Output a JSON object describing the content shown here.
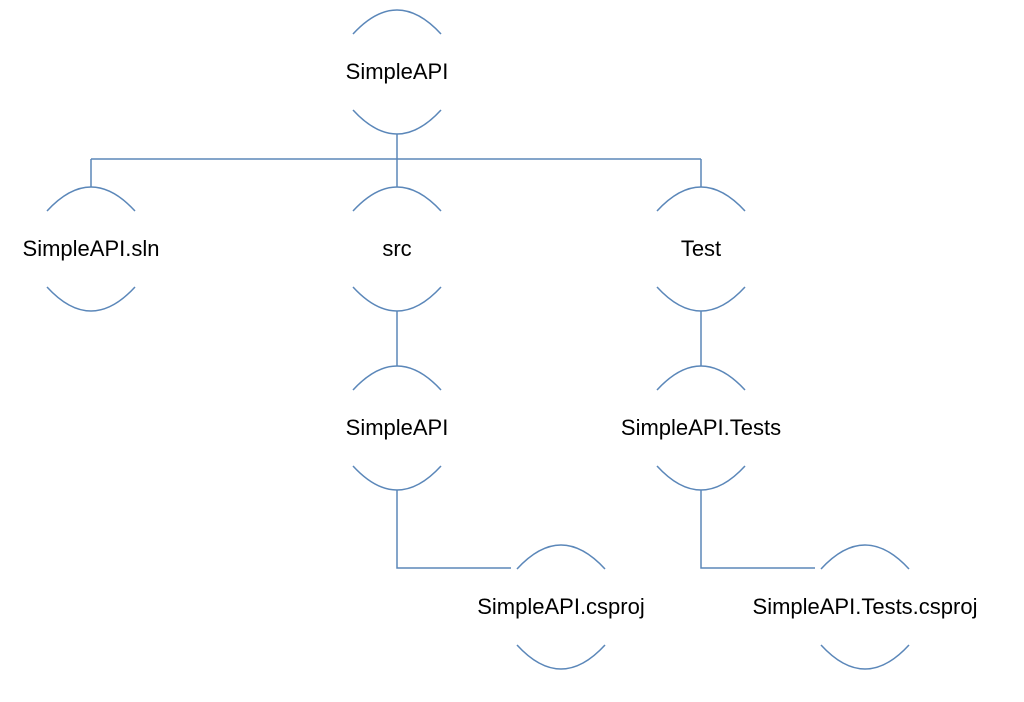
{
  "diagram": {
    "line_color": "#5b87b9",
    "nodes": [
      {
        "id": "root",
        "label": "SimpleAPI"
      },
      {
        "id": "sln",
        "label": "SimpleAPI.sln"
      },
      {
        "id": "src",
        "label": "src"
      },
      {
        "id": "test",
        "label": "Test"
      },
      {
        "id": "src_project",
        "label": "SimpleAPI"
      },
      {
        "id": "test_project",
        "label": "SimpleAPI.Tests"
      },
      {
        "id": "src_csproj",
        "label": "SimpleAPI.csproj"
      },
      {
        "id": "test_csproj",
        "label": "SimpleAPI.Tests.csproj"
      }
    ],
    "edges": [
      {
        "from": "root",
        "to": "sln"
      },
      {
        "from": "root",
        "to": "src"
      },
      {
        "from": "root",
        "to": "test"
      },
      {
        "from": "src",
        "to": "src_project"
      },
      {
        "from": "test",
        "to": "test_project"
      },
      {
        "from": "src_project",
        "to": "src_csproj"
      },
      {
        "from": "test_project",
        "to": "test_csproj"
      }
    ]
  }
}
